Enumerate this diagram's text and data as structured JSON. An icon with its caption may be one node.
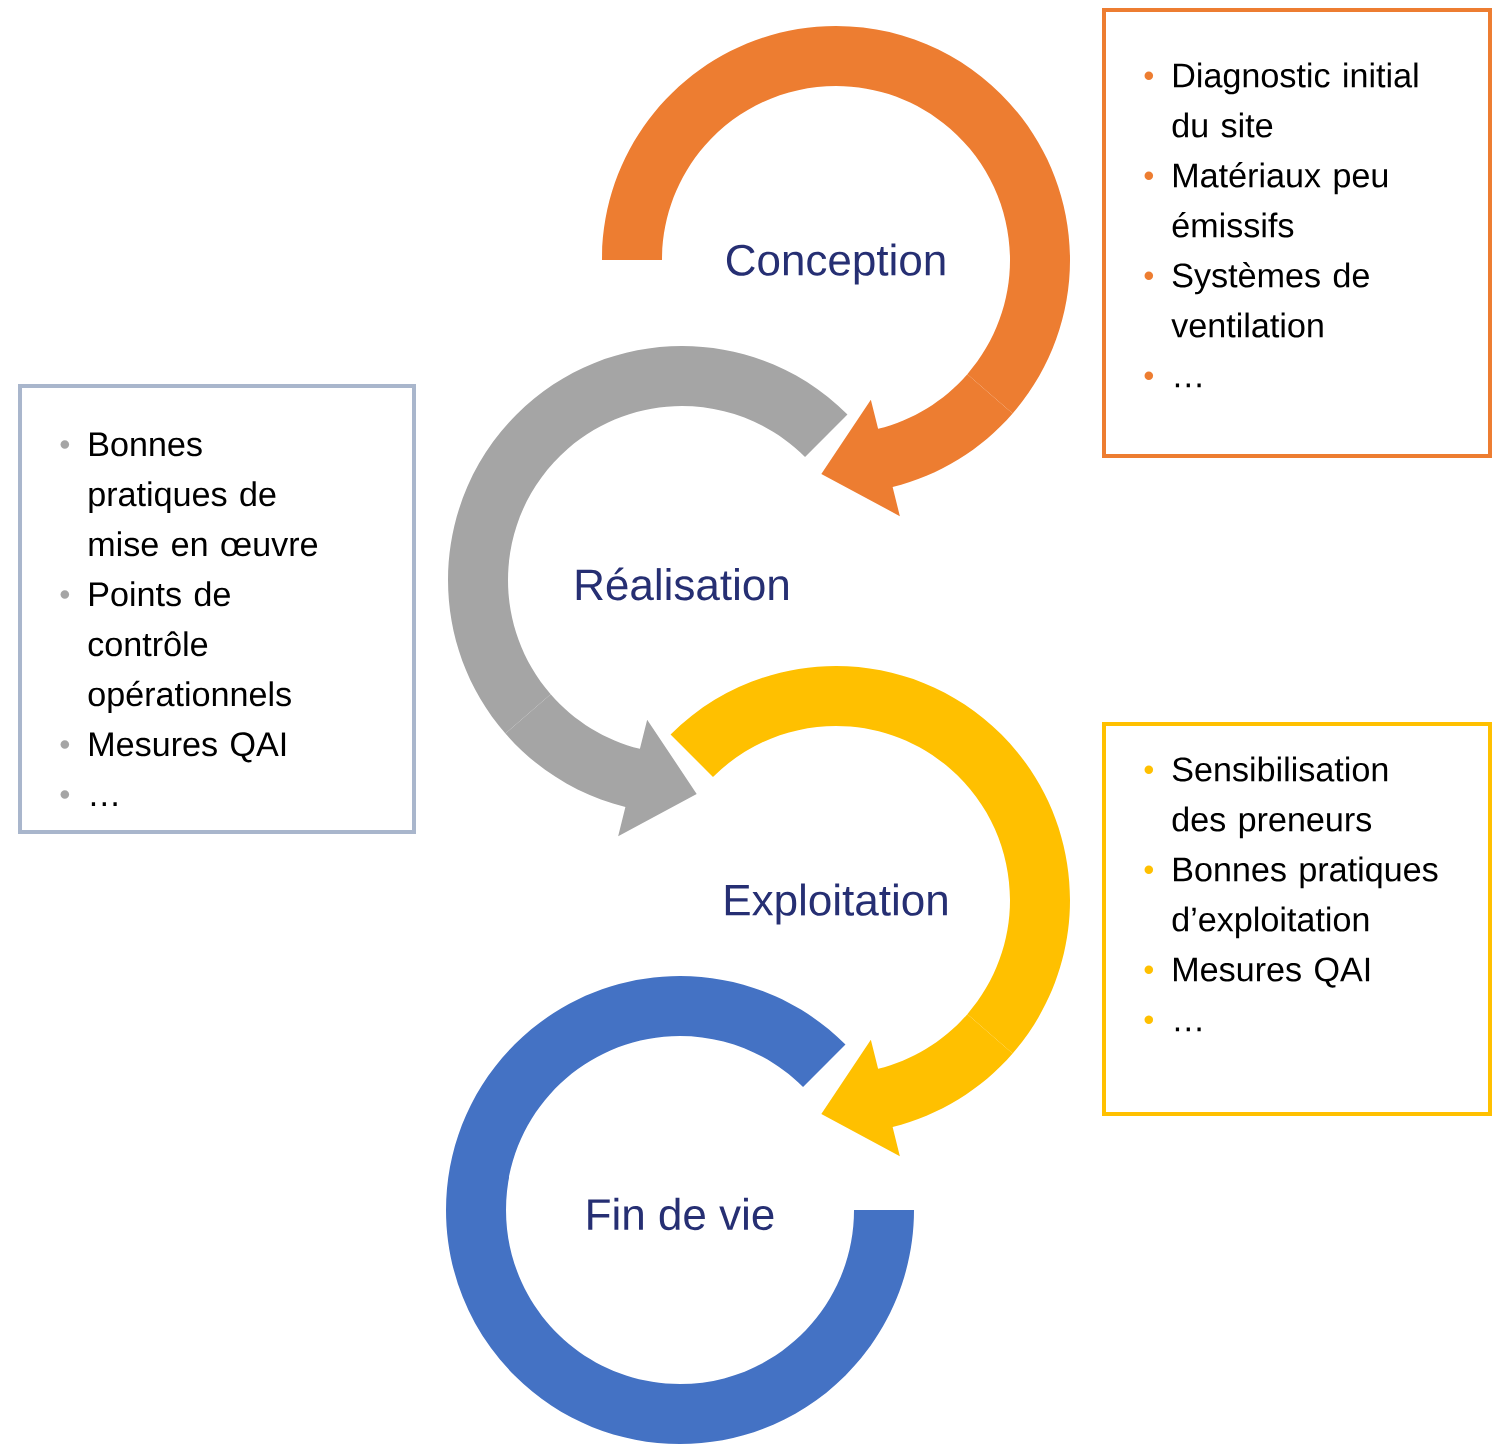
{
  "diagram": {
    "nodes": [
      {
        "text": [
          "Conception"
        ]
      },
      {
        "text": [
          "Diagnostic initial du site",
          "Matériaux peu émissifs",
          "Systèmes de ventilation",
          "…"
        ]
      },
      {
        "text": [
          "Bonnes pratiques de mise en œuvre",
          "Points de contrôle opérationnels",
          "Mesures QAI",
          "…"
        ]
      },
      {
        "text": [
          "Réalisation"
        ]
      },
      {
        "text": [
          "Exploitation"
        ]
      },
      {
        "text": [
          "Sensibilisation des preneurs",
          "Bonnes pratiques d’exploitation",
          "Mesures QAI",
          "…"
        ]
      },
      {
        "text": [
          "Fin de vie"
        ]
      }
    ],
    "edges": [
      {
        "from": 0,
        "to": 3,
        "arrow": "to"
      },
      {
        "from": 3,
        "to": 4,
        "arrow": "to"
      },
      {
        "from": 4,
        "to": 6,
        "arrow": "to"
      }
    ]
  }
}
